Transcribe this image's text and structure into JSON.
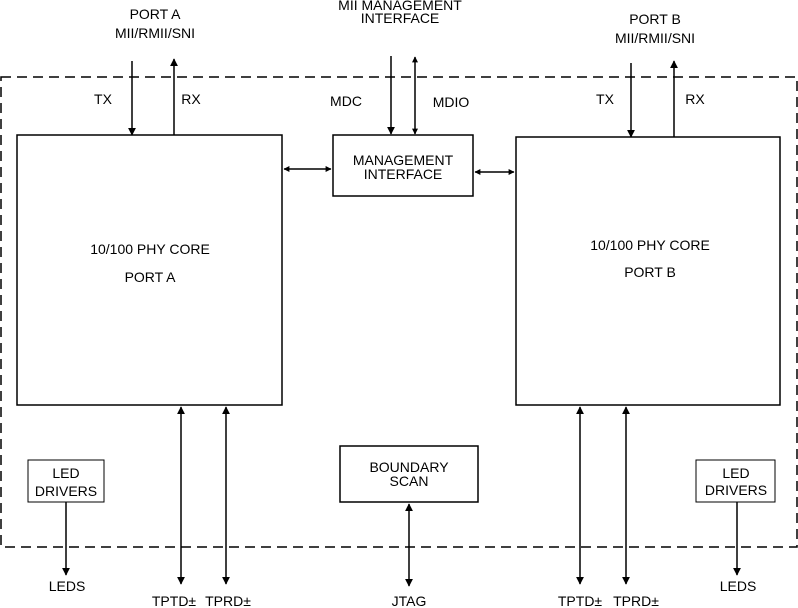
{
  "port_a": {
    "title": "PORT A",
    "subtitle": "MII/RMII/SNI",
    "tx": "TX",
    "rx": "RX"
  },
  "port_b": {
    "title": "PORT B",
    "subtitle": "MII/RMII/SNI",
    "tx": "TX",
    "rx": "RX"
  },
  "mii": {
    "line1": "MII MANAGEMENT",
    "line2": "INTERFACE",
    "mdc": "MDC",
    "mdio": "MDIO"
  },
  "phy_a": {
    "line1": "10/100 PHY CORE",
    "line2": "PORT A"
  },
  "phy_b": {
    "line1": "10/100 PHY CORE",
    "line2": "PORT B"
  },
  "mgmt": {
    "line1": "MANAGEMENT",
    "line2": "INTERFACE"
  },
  "boundary": {
    "line1": "BOUNDARY",
    "line2": "SCAN"
  },
  "led_left": {
    "line1": "LED",
    "line2": "DRIVERS",
    "out": "LEDS"
  },
  "led_right": {
    "line1": "LED",
    "line2": "DRIVERS",
    "out": "LEDS"
  },
  "bottom": {
    "tptd_a": "TPTD±",
    "tprd_a": "TPRD±",
    "jtag": "JTAG",
    "tptd_b": "TPTD±",
    "tprd_b": "TPRD±"
  }
}
